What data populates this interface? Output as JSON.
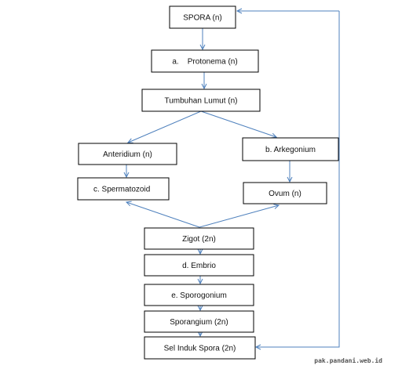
{
  "diagram": {
    "accent_color": "#4f81bd",
    "nodes": [
      {
        "id": "spora",
        "label": "SPORA (n)"
      },
      {
        "id": "protonema",
        "label": "a.    Protonema (n)"
      },
      {
        "id": "tumbuhan",
        "label": "Tumbuhan Lumut (n)"
      },
      {
        "id": "anteridium",
        "label": "Anteridium (n)"
      },
      {
        "id": "arkegonium",
        "label": "b. Arkegonium"
      },
      {
        "id": "spermatozoid",
        "label": "c. Spermatozoid"
      },
      {
        "id": "ovum",
        "label": "Ovum (n)"
      },
      {
        "id": "zigot",
        "label": "Zigot (2n)"
      },
      {
        "id": "embrio",
        "label": "d. Embrio"
      },
      {
        "id": "sporogonium",
        "label": "e. Sporogonium"
      },
      {
        "id": "sporangium",
        "label": "Sporangium (2n)"
      },
      {
        "id": "selinduk",
        "label": "Sel Induk Spora (2n)"
      }
    ],
    "edges": [
      {
        "from": "spora",
        "to": "protonema"
      },
      {
        "from": "protonema",
        "to": "tumbuhan"
      },
      {
        "from": "tumbuhan",
        "to": "anteridium"
      },
      {
        "from": "tumbuhan",
        "to": "arkegonium"
      },
      {
        "from": "anteridium",
        "to": "spermatozoid"
      },
      {
        "from": "arkegonium",
        "to": "ovum"
      },
      {
        "from": "zigot",
        "to": "spermatozoid"
      },
      {
        "from": "zigot",
        "to": "ovum"
      },
      {
        "from": "zigot",
        "to": "embrio"
      },
      {
        "from": "embrio",
        "to": "sporogonium"
      },
      {
        "from": "sporogonium",
        "to": "sporangium"
      },
      {
        "from": "sporangium",
        "to": "selinduk"
      },
      {
        "from": "spora",
        "to": "selinduk"
      },
      {
        "from": "selinduk",
        "to": "spora"
      }
    ]
  },
  "watermark": "pak.pandani.web.id"
}
